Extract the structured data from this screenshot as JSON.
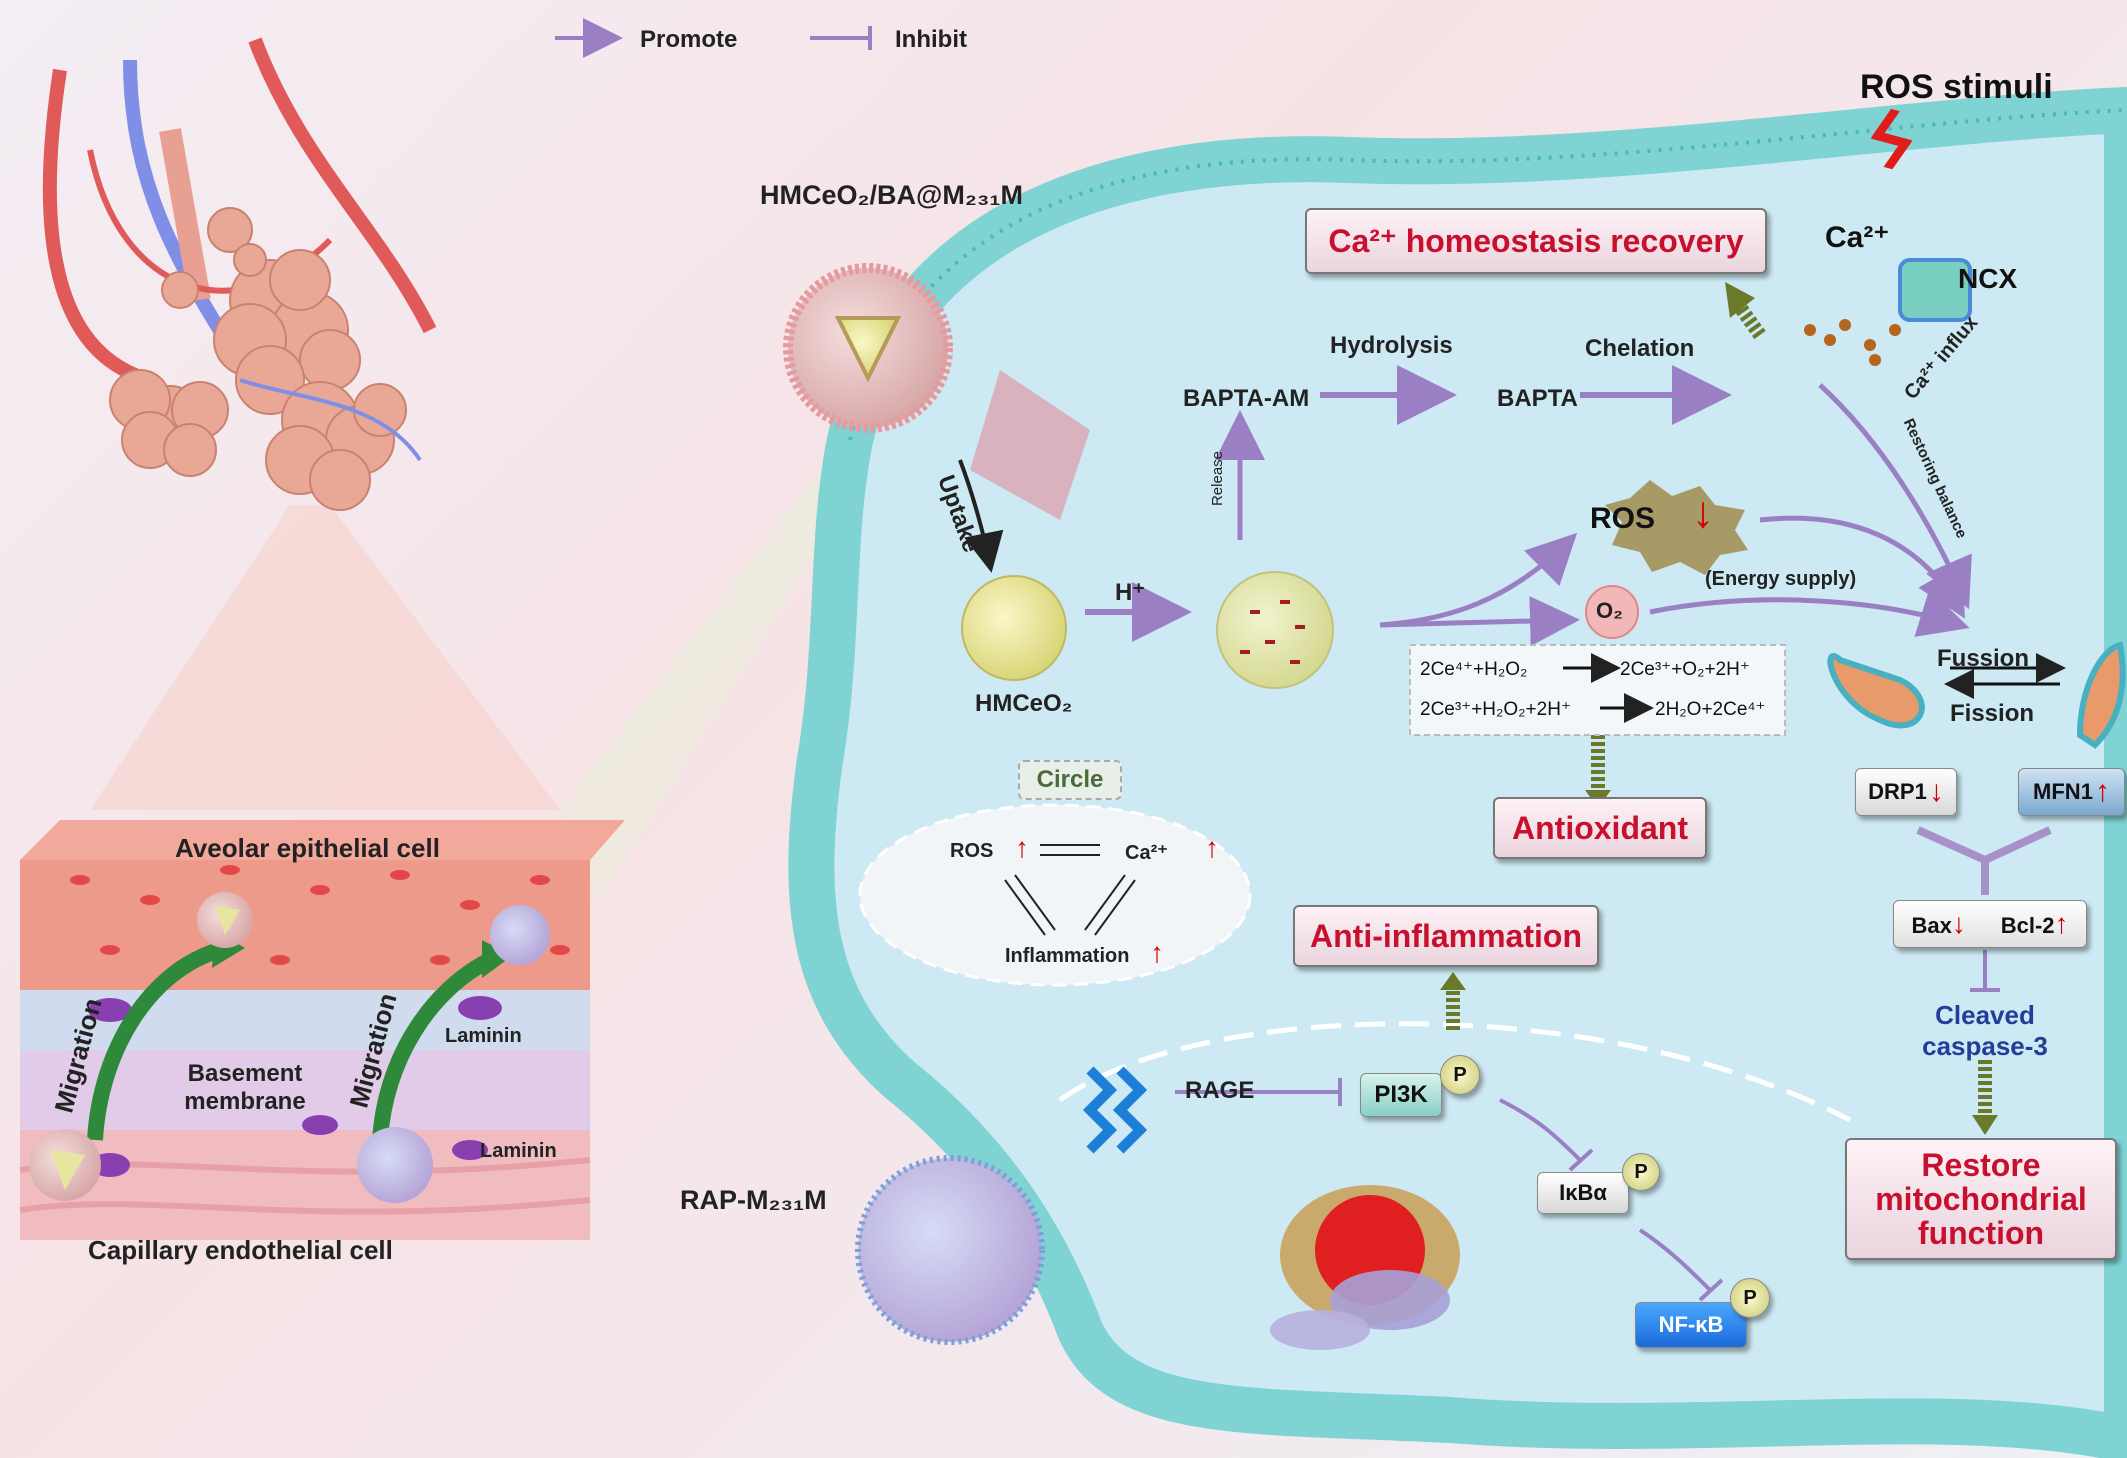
{
  "legend": {
    "promote": "Promote",
    "inhibit": "Inhibit"
  },
  "left_panel": {
    "aveolar": "Aveolar epithelial cell",
    "capillary": "Capillary endothelial cell",
    "basement": "Basement membrane",
    "laminin": "Laminin",
    "migration": "Migration"
  },
  "nanoparticles": {
    "hmceo2_ba": "HMCeO₂/BA@M₂₃₁M",
    "rap": "RAP-M₂₃₁M",
    "uptake": "Uptake",
    "hmceo2": "HMCeO₂",
    "h_plus": "H⁺",
    "release": "Release"
  },
  "top_flow": {
    "bapta_am": "BAPTA-AM",
    "hydrolysis": "Hydrolysis",
    "bapta": "BAPTA",
    "chelation": "Chelation",
    "ca_homeostasis": "Ca²⁺ homeostasis recovery",
    "ros_stimuli": "ROS stimuli",
    "ca2": "Ca²⁺",
    "ncx": "NCX",
    "ca_influx": "Ca²⁺ influx",
    "restoring_balance": "Restoring balance"
  },
  "middle": {
    "ros": "ROS",
    "o2": "O₂",
    "energy_supply": "(Energy supply)",
    "eq1_left": "2Ce⁴⁺+H₂O₂",
    "eq1_right": "2Ce³⁺+O₂+2H⁺",
    "eq2_left": "2Ce³⁺+H₂O₂+2H⁺",
    "eq2_right": "2H₂O+2Ce⁴⁺",
    "antioxidant": "Antioxidant"
  },
  "circle": {
    "title": "Circle",
    "ros": "ROS",
    "ca2": "Ca²⁺",
    "inflammation": "Inflammation"
  },
  "signaling": {
    "anti_inflammation": "Anti-inflammation",
    "rage": "RAGE",
    "pi3k": "PI3K",
    "p": "P",
    "ikba": "IκBα",
    "nfkb": "NF-κB"
  },
  "mito": {
    "fussion": "Fussion",
    "fission": "Fission",
    "drp1": "DRP1",
    "mfn1": "MFN1",
    "bax": "Bax",
    "bcl2": "Bcl-2",
    "cleaved": "Cleaved",
    "caspase": "caspase-3",
    "restore1": "Restore",
    "restore2": "mitochondrial",
    "restore3": "function"
  },
  "arrows": {
    "up": "↑",
    "down": "↓",
    "lightning": "ϟ"
  },
  "colors": {
    "membrane": "#7fd3d3",
    "cytoplasm": "#cde9f3",
    "title_red": "#c8102e",
    "promote_arrow": "#9a7fc4",
    "olive_arrow": "#6b7a2a"
  }
}
